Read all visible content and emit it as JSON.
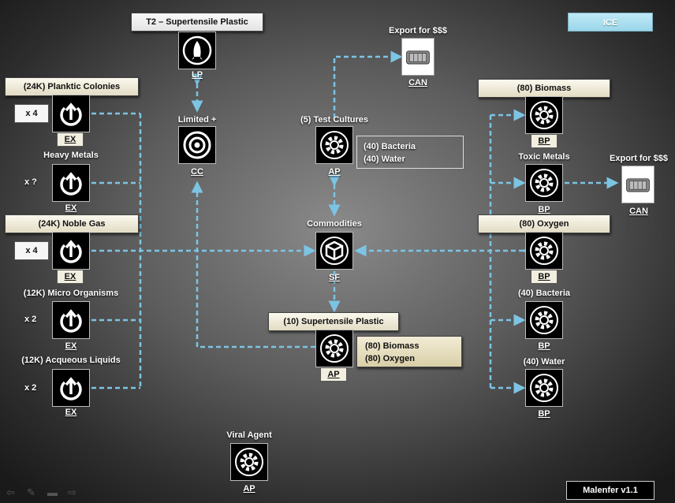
{
  "badges": {
    "ice": "ICE",
    "version": "Malenfer v1.1"
  },
  "colors": {
    "link": "#7cc4e4",
    "header_bg": "#ece6cf",
    "ice_bg": "#aee0f0"
  },
  "top": {
    "title": "T2 – Supertensile Plastic",
    "lp_code": "LP",
    "limited_label": "Limited +",
    "cc_code": "CC"
  },
  "left": {
    "planktic": {
      "header": "(24K) Planktic Colonies",
      "qty": "x 4",
      "code": "EX"
    },
    "heavy": {
      "label": "Heavy Metals",
      "qty": "x ?",
      "code": "EX"
    },
    "noble": {
      "header": "(24K) Noble Gas",
      "qty": "x 4",
      "code": "EX"
    },
    "micro": {
      "label": "(12K) Micro Organisms",
      "qty": "x 2",
      "code": "EX"
    },
    "liquids": {
      "label": "(12K) Acqueous Liquids",
      "qty": "x 2",
      "code": "EX"
    }
  },
  "center": {
    "export": {
      "label": "Export for $$$",
      "code": "CAN"
    },
    "test_cultures": {
      "label": "(5) Test Cultures",
      "code": "AP",
      "inputs": [
        "(40) Bacteria",
        "(40) Water"
      ]
    },
    "commodities": {
      "label": "Commodities",
      "code": "SF"
    },
    "supertensile": {
      "header": "(10) Supertensile Plastic",
      "code": "AP",
      "inputs": [
        "(80) Biomass",
        "(80) Oxygen"
      ]
    },
    "viral": {
      "label": "Viral Agent",
      "code": "AP"
    }
  },
  "right": {
    "biomass": {
      "header": "(80) Biomass",
      "code": "BP"
    },
    "toxic": {
      "label": "Toxic Metals",
      "code": "BP"
    },
    "export": {
      "label": "Export for $$$",
      "code": "CAN"
    },
    "oxygen": {
      "header": "(80) Oxygen",
      "code": "BP"
    },
    "bacteria": {
      "label": "(40) Bacteria",
      "code": "BP"
    },
    "water": {
      "label": "(40) Water",
      "code": "BP"
    }
  },
  "nav_icons": [
    "arrow-left-icon",
    "pen-icon",
    "screen-icon",
    "arrow-right-icon"
  ]
}
